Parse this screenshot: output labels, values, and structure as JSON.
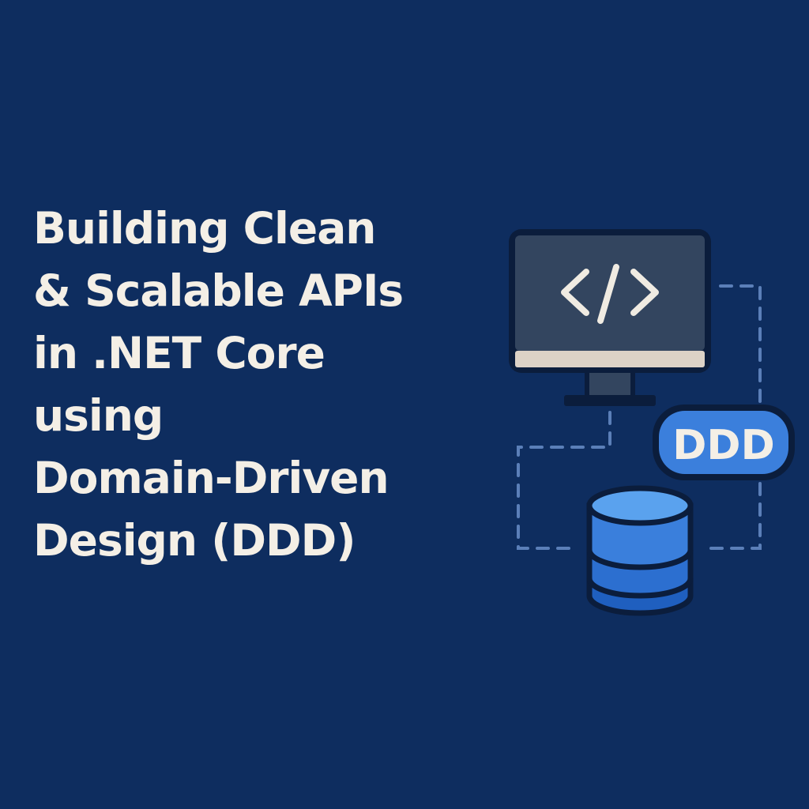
{
  "title": {
    "lines": [
      "Building Clean",
      "& Scalable APIs",
      "in .NET Core",
      "using",
      "Domain-Driven",
      "Design (DDD)"
    ]
  },
  "illustration": {
    "badge_label": "DDD",
    "code_glyph": "</>",
    "icons": [
      "monitor-icon",
      "code-icon",
      "database-icon"
    ]
  },
  "colors": {
    "background": "#0e2d5f",
    "text": "#f4efe6",
    "accent": "#3b7fdc",
    "dashed_line": "#5b7fb8"
  }
}
